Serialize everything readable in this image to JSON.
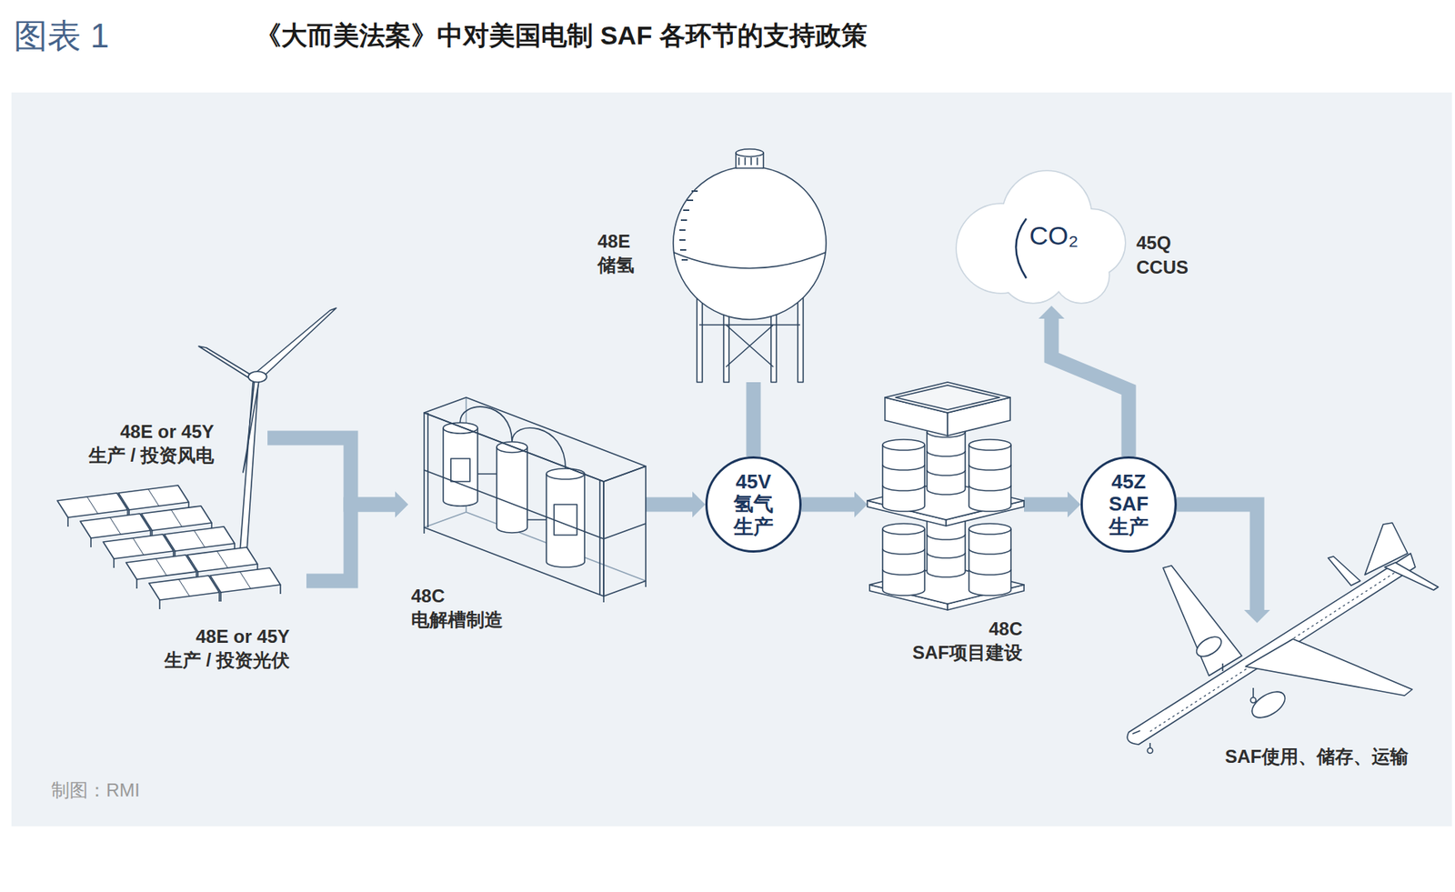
{
  "diagram": {
    "title": "《大而美法案》中对美国电制 SAF 各环节的支持政策",
    "nodes": [
      {
        "text": [
          "48E or 45Y",
          "生产 / 投资风电"
        ]
      },
      {
        "text": [
          "48E or 45Y",
          "生产 / 投资光伏"
        ]
      },
      {
        "text": [
          "48C",
          "电解槽制造"
        ]
      },
      {
        "text": [
          "45V",
          "氢气 生产"
        ]
      },
      {
        "text": [
          "48E",
          "储氢"
        ]
      },
      {
        "text": [
          "48C",
          "SAF项目建设"
        ]
      },
      {
        "text": [
          "45Z",
          "SAF 生产"
        ]
      },
      {
        "text": [
          "CO₂",
          "45Q",
          "CCUS"
        ]
      },
      {
        "text": [
          "SAF使用、储存、运输"
        ]
      }
    ],
    "edges": [
      {
        "from": 0,
        "to": 2,
        "arrow": "to"
      },
      {
        "from": 1,
        "to": 2,
        "arrow": "to"
      },
      {
        "from": 2,
        "to": 3,
        "arrow": "to"
      },
      {
        "from": 3,
        "to": 4,
        "arrow": "none"
      },
      {
        "from": 3,
        "to": 5,
        "arrow": "to"
      },
      {
        "from": 5,
        "to": 6,
        "arrow": "to"
      },
      {
        "from": 6,
        "to": 7,
        "arrow": "to"
      },
      {
        "from": 6,
        "to": 8,
        "arrow": "to"
      }
    ],
    "labels": [
      "图表 1",
      "制图：RMI"
    ]
  }
}
